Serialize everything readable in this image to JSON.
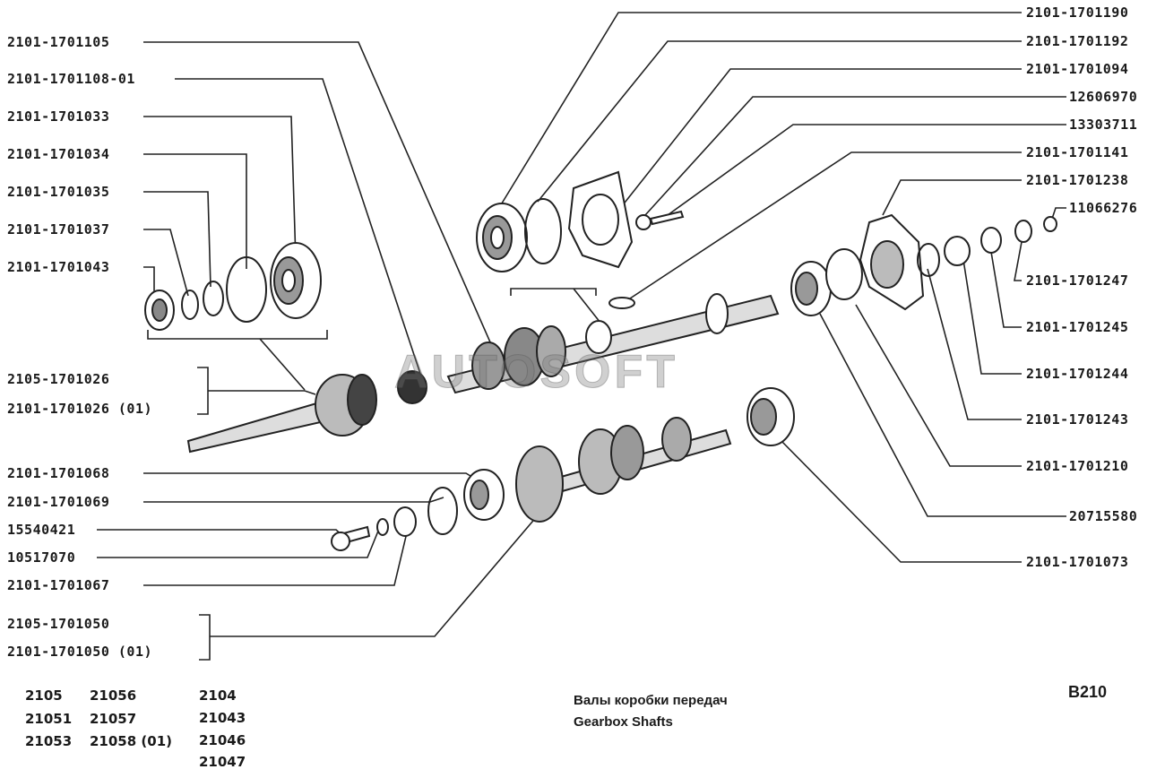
{
  "watermark": "AUTOSOFT",
  "labels_left": [
    "2101-1701105",
    "2101-1701108-01",
    "2101-1701033",
    "2101-1701034",
    "2101-1701035",
    "2101-1701037",
    "2101-1701043",
    "2105-1701026",
    "2101-1701026 (01)",
    "2101-1701068",
    "2101-1701069",
    "15540421",
    "10517070",
    "2101-1701067",
    "2105-1701050",
    "2101-1701050  (01)"
  ],
  "labels_right": [
    "2101-1701190",
    "2101-1701192",
    "2101-1701094",
    "12606970",
    "13303711",
    "2101-1701141",
    "2101-1701238",
    "11066276",
    "2101-1701247",
    "2101-1701245",
    "2101-1701244",
    "2101-1701243",
    "2101-1701210",
    "20715580",
    "2101-1701073"
  ],
  "models": {
    "col1": [
      "2105",
      "21051",
      "21053"
    ],
    "col2": [
      "21056",
      "21057",
      "21058  (01)"
    ],
    "col3": [
      "2104",
      "21043",
      "21046",
      "21047"
    ]
  },
  "caption": {
    "ru": "Валы коробки передач",
    "en": "Gearbox Shafts"
  },
  "diagram_code": "B210"
}
